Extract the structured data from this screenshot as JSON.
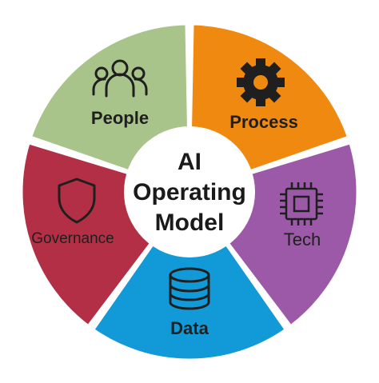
{
  "diagram": {
    "center": {
      "lines": [
        "AI",
        "Operating",
        "Model"
      ],
      "fill": "#ffffff",
      "text_color": "#1a1a1a"
    },
    "segments": [
      {
        "label": "People",
        "color": "#a9c48a",
        "icon": "people-icon",
        "text_color": "#1f1f1f"
      },
      {
        "label": "Process",
        "color": "#f0890f",
        "icon": "gear-icon",
        "text_color": "#1f1f1f"
      },
      {
        "label": "Tech",
        "color": "#9b59a8",
        "icon": "chip-icon",
        "text_color": "#1f1f1f"
      },
      {
        "label": "Data",
        "color": "#129ad8",
        "icon": "database-icon",
        "text_color": "#1f1f1f"
      },
      {
        "label": "Governance",
        "color": "#b32f45",
        "icon": "shield-icon",
        "text_color": "#1f1f1f"
      }
    ]
  }
}
